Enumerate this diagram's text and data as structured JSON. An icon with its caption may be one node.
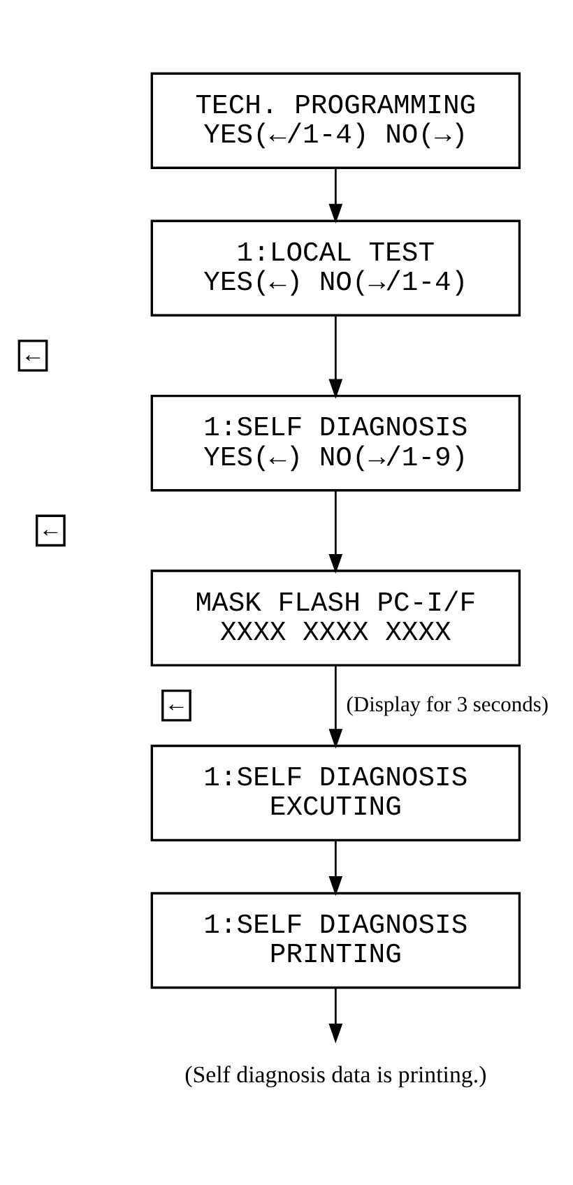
{
  "diagram": {
    "nodes": [
      {
        "text": [
          "TECH. PROGRAMMING",
          "YES(←/1-4) NO(→)"
        ]
      },
      {
        "text": [
          "←"
        ]
      },
      {
        "text": [
          "1:LOCAL TEST",
          "YES(←) NO(→/1-4)"
        ]
      },
      {
        "text": [
          "←"
        ]
      },
      {
        "text": [
          "1:SELF DIAGNOSIS",
          "YES(←) NO(→/1-9)"
        ]
      },
      {
        "text": [
          "←"
        ]
      },
      {
        "text": [
          "MASK FLASH PC-I/F",
          "XXXX XXXX XXXX"
        ]
      },
      {
        "text": [
          "1:SELF DIAGNOSIS",
          "EXCUTING"
        ]
      },
      {
        "text": [
          "1:SELF DIAGNOSIS",
          "PRINTING"
        ]
      },
      {
        "text": [
          "(Self diagnosis data is printing.)"
        ]
      }
    ],
    "edges": [
      {
        "from": 0,
        "to": 2,
        "arrow": "to"
      },
      {
        "from": 2,
        "to": 4,
        "arrow": "to"
      },
      {
        "from": 4,
        "to": 6,
        "arrow": "to"
      },
      {
        "from": 6,
        "to": 7,
        "arrow": "to",
        "label": "(Display for 3 seconds)"
      },
      {
        "from": 7,
        "to": 8,
        "arrow": "to"
      },
      {
        "from": 8,
        "to": 9,
        "arrow": "to"
      }
    ]
  }
}
